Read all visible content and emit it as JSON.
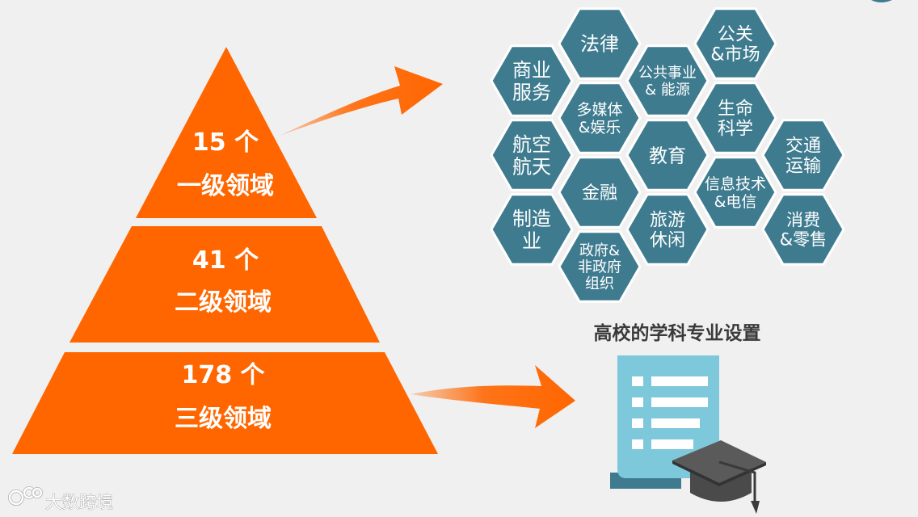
{
  "pyramid": [
    {
      "count": "15 个",
      "label": "一级领域"
    },
    {
      "count": "41 个",
      "label": "二级领域"
    },
    {
      "count": "178 个",
      "label": "三级领域"
    }
  ],
  "hexagons": [
    {
      "lines": [
        "法律"
      ]
    },
    {
      "lines": [
        "公关",
        "&市场"
      ]
    },
    {
      "lines": [
        "商业",
        "服务"
      ]
    },
    {
      "lines": [
        "公共事业",
        "& 能源"
      ]
    },
    {
      "lines": [
        "多媒体",
        "&娱乐"
      ]
    },
    {
      "lines": [
        "生命",
        "科学"
      ]
    },
    {
      "lines": [
        "航空",
        "航天"
      ]
    },
    {
      "lines": [
        "教育"
      ]
    },
    {
      "lines": [
        "交通",
        "运输"
      ]
    },
    {
      "lines": [
        "金融"
      ]
    },
    {
      "lines": [
        "信息技术",
        "&电信"
      ]
    },
    {
      "lines": [
        "制造",
        "业"
      ]
    },
    {
      "lines": [
        "旅游",
        "休闲"
      ]
    },
    {
      "lines": [
        "消费",
        "&零售"
      ]
    },
    {
      "lines": [
        "政府&",
        "非政府",
        "组织"
      ]
    }
  ],
  "document": {
    "title": "高校的学科专业设置"
  },
  "watermark": {
    "text": "大数跨境"
  },
  "colors": {
    "pyramid": "#ff6600",
    "hexagon": "#3e7b8f",
    "doc": "#7ec8dc",
    "cap": "#4a4a4a"
  }
}
